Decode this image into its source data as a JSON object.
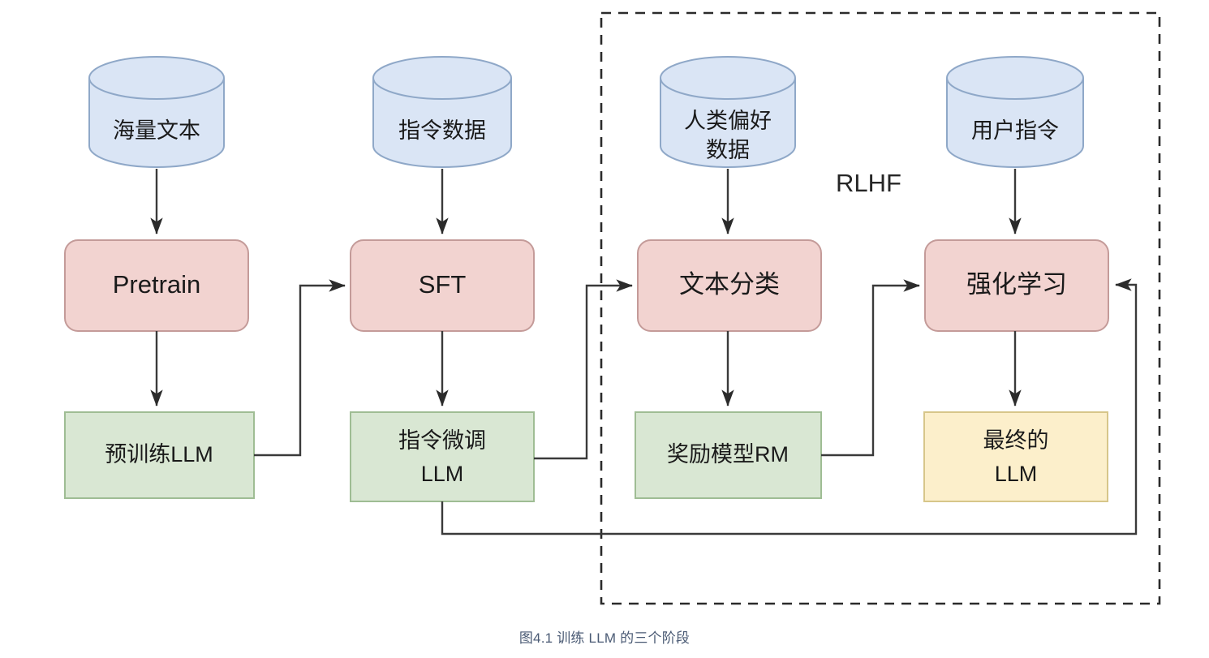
{
  "figure": {
    "caption": "图4.1 训练 LLM 的三个阶段",
    "group_label": "RLHF"
  },
  "palette": {
    "cylinder_fill": "#dae5f5",
    "cylinder_stroke": "#8fa8c8",
    "process_fill": "#f2d3d0",
    "process_stroke": "#c49b99",
    "output_fill": "#d9e7d3",
    "output_stroke": "#9fbd94",
    "final_fill": "#fcefcb",
    "final_stroke": "#d7c68a",
    "edge": "#3a3a3a",
    "caption": "#4a5a74"
  },
  "nodes": {
    "datastores": [
      {
        "id": "massive-text",
        "label": "海量文本",
        "lines": [
          "海量文本"
        ]
      },
      {
        "id": "instruction-data",
        "label": "指令数据",
        "lines": [
          "指令数据"
        ]
      },
      {
        "id": "human-preference-data",
        "label": "人类偏好数据",
        "lines": [
          "人类偏好",
          "数据"
        ]
      },
      {
        "id": "user-instruction",
        "label": "用户指令",
        "lines": [
          "用户指令"
        ]
      }
    ],
    "processes": [
      {
        "id": "pretrain",
        "label": "Pretrain",
        "lines": [
          "Pretrain"
        ]
      },
      {
        "id": "sft",
        "label": "SFT",
        "lines": [
          "SFT"
        ]
      },
      {
        "id": "text-classification",
        "label": "文本分类",
        "lines": [
          "文本分类"
        ]
      },
      {
        "id": "reinforcement-learning",
        "label": "强化学习",
        "lines": [
          "强化学习"
        ]
      }
    ],
    "outputs": [
      {
        "id": "pretrained-llm",
        "label": "预训练LLM",
        "lines": [
          "预训练LLM"
        ]
      },
      {
        "id": "sft-llm",
        "label": "指令微调LLM",
        "lines": [
          "指令微调",
          "LLM"
        ]
      },
      {
        "id": "reward-model",
        "label": "奖励模型RM",
        "lines": [
          "奖励模型RM"
        ]
      },
      {
        "id": "final-llm",
        "label": "最终的LLM",
        "lines": [
          "最终的",
          "LLM"
        ]
      }
    ]
  },
  "chart_data": {
    "type": "diagram",
    "title": "图4.1 训练 LLM 的三个阶段",
    "stages": [
      {
        "name": "Pretrain",
        "data": "海量文本",
        "output": "预训练LLM"
      },
      {
        "name": "SFT",
        "data": "指令数据",
        "output": "指令微调LLM"
      },
      {
        "name": "文本分类",
        "data": "人类偏好数据",
        "output": "奖励模型RM"
      },
      {
        "name": "强化学习",
        "data": "用户指令",
        "output": "最终的LLM"
      }
    ],
    "grouped_stages": [
      "文本分类",
      "强化学习"
    ],
    "group_name": "RLHF",
    "edges": [
      "海量文本 -> Pretrain",
      "Pretrain -> 预训练LLM",
      "预训练LLM -> SFT",
      "指令数据 -> SFT",
      "SFT -> 指令微调LLM",
      "指令微调LLM -> 文本分类",
      "人类偏好数据 -> 文本分类",
      "文本分类 -> 奖励模型RM",
      "奖励模型RM -> 强化学习",
      "用户指令 -> 强化学习",
      "强化学习 -> 最终的LLM",
      "指令微调LLM -> 强化学习"
    ]
  }
}
